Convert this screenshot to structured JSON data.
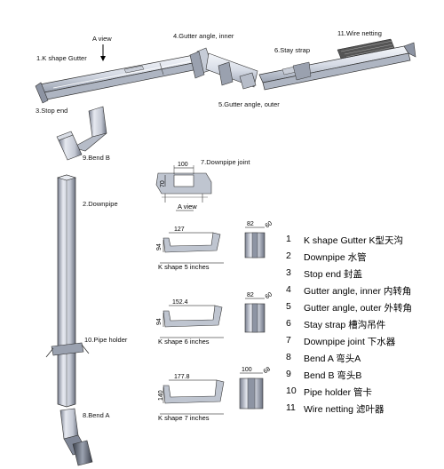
{
  "labels": {
    "a_view_top": "A view",
    "k_shape_gutter": "1.K shape Gutter",
    "gutter_angle_inner": "4.Gutter angle, inner",
    "stay_strap": "6.Stay strap",
    "wire_netting": "11.Wire netting",
    "stop_end": "3.Stop end",
    "gutter_angle_outer": "5.Gutter angle, outer",
    "bend_b": "9.Bend B",
    "downpipe_joint": "7.Downpipe joint",
    "downpipe": "2.Downpipe",
    "pipe_holder": "10.Pipe holder",
    "bend_a": "8.Bend A",
    "a_view_bottom": "A view"
  },
  "joint_dims": {
    "width": "100",
    "height": "70"
  },
  "profiles": [
    {
      "caption": "K shape  5 inches",
      "top": "127",
      "side": "94",
      "pipe_w": "82",
      "pipe_d": "60"
    },
    {
      "caption": "K shape 6 inches",
      "top": "152.4",
      "side": "94",
      "pipe_w": "82",
      "pipe_d": "60"
    },
    {
      "caption": "K shape 7 inches",
      "top": "177.8",
      "side": "140",
      "pipe_w": "100",
      "pipe_d": "68"
    }
  ],
  "legend": [
    {
      "num": "1",
      "text": "K shape Gutter  K型天沟"
    },
    {
      "num": "2",
      "text": "Downpipe  水管"
    },
    {
      "num": "3",
      "text": "Stop end  封盖"
    },
    {
      "num": "4",
      "text": "Gutter angle, inner  内转角"
    },
    {
      "num": "5",
      "text": "Gutter angle, outer  外转角"
    },
    {
      "num": "6",
      "text": "Stay strap  槽沟吊件"
    },
    {
      "num": "7",
      "text": "Downpipe joint  下水器"
    },
    {
      "num": "8",
      "text": "Bend A  弯头A"
    },
    {
      "num": "9",
      "text": "Bend B  弯头B"
    },
    {
      "num": "10",
      "text": "Pipe holder  管卡"
    },
    {
      "num": "11",
      "text": "Wire netting   滤叶器"
    }
  ]
}
